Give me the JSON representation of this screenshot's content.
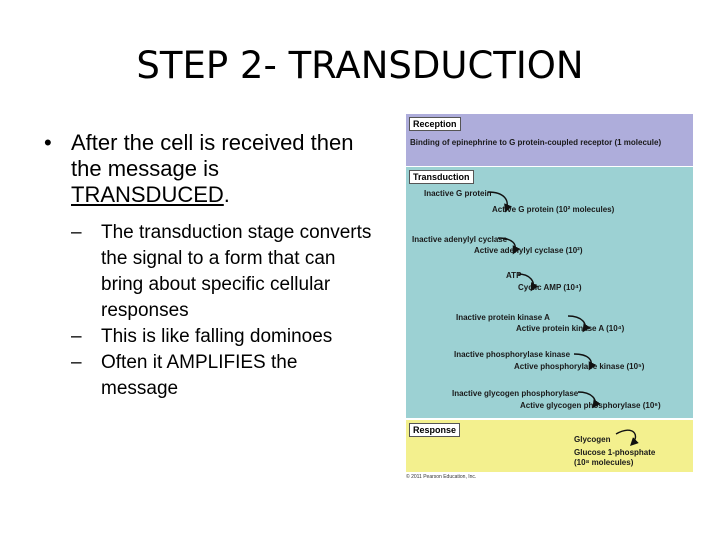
{
  "slide": {
    "title": "STEP 2- TRANSDUCTION",
    "bullet": {
      "marker": "•",
      "text_before": "After the cell is received then the message is ",
      "underlined": "TRANSDUCED",
      "text_after": "."
    },
    "subbullets": [
      {
        "marker": "–",
        "text": "The transduction stage converts the signal to a form that can bring about specific cellular responses"
      },
      {
        "marker": "–",
        "text": "This is like falling dominoes"
      },
      {
        "marker": "–",
        "text": "Often it AMPLIFIES the message"
      }
    ]
  },
  "figure": {
    "reception": {
      "tag": "Reception",
      "text": "Binding of epinephrine to G protein-coupled receptor (1 molecule)"
    },
    "transduction": {
      "tag": "Transduction",
      "steps": [
        {
          "inactive": "Inactive G protein",
          "active": "Active G protein (10² molecules)"
        },
        {
          "inactive": "Inactive adenylyl cyclase",
          "active": "Active adenylyl cyclase (10²)"
        },
        {
          "inactive": "ATP",
          "active": "Cyclic AMP (10⁴)"
        },
        {
          "inactive": "Inactive protein kinase A",
          "active": "Active protein kinase A (10⁴)"
        },
        {
          "inactive": "Inactive phosphorylase kinase",
          "active": "Active phosphorylase kinase (10⁵)"
        },
        {
          "inactive": "Inactive glycogen phosphorylase",
          "active": "Active glycogen phosphorylase (10⁶)"
        }
      ]
    },
    "response": {
      "tag": "Response",
      "from": "Glycogen",
      "to": "Glucose 1-phosphate",
      "to_count": "(10⁸ molecules)"
    },
    "credit": "© 2011 Pearson Education, Inc."
  }
}
